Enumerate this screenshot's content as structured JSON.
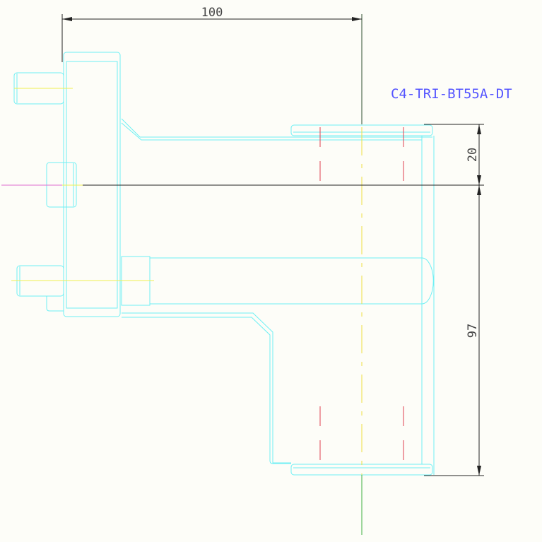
{
  "drawing": {
    "part_label": "C4-TRI-BT55A-DT",
    "dimensions": {
      "width": "100",
      "top_offset": "20",
      "height": "97"
    }
  },
  "colors": {
    "outline": "#6ef0f4",
    "label": "#5555ff",
    "dimension": "#222222",
    "center_line": "#f0f050",
    "hidden_line": "#e04050"
  }
}
